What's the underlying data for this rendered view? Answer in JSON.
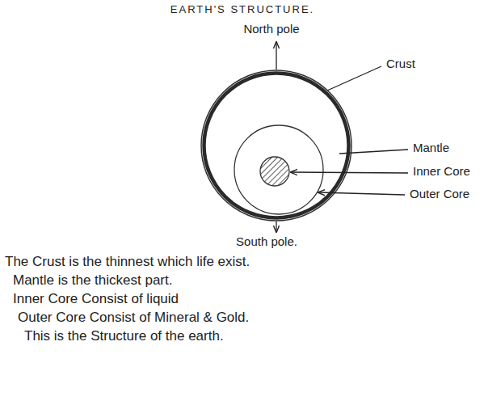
{
  "diagram": {
    "title": "EARTH'S STRUCTURE.",
    "labels": [
      "North pole",
      "Crust",
      "Mantle",
      "Inner Core",
      "Outer Core",
      "South pole.",
      "The Crust is the thinnest which life exist.",
      "Mantle is the thickest part.",
      "Inner Core Consist of liquid",
      "Outer Core Consist of Mineral & Gold.",
      "This is the Structure of the earth."
    ]
  }
}
